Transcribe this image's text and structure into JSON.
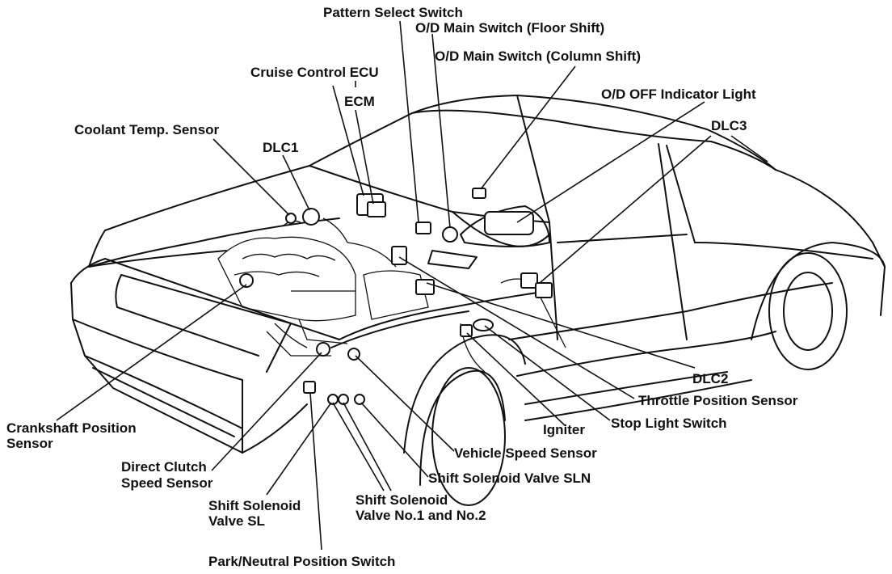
{
  "labels": {
    "pattern_select_switch": "Pattern Select Switch",
    "od_main_switch_floor": "O/D Main Switch (Floor Shift)",
    "od_main_switch_column": "O/D Main Switch (Column Shift)",
    "cruise_control_ecu": "Cruise Control ECU",
    "ecm": "ECM",
    "od_off_indicator_light": "O/D OFF Indicator Light",
    "coolant_temp_sensor": "Coolant Temp. Sensor",
    "dlc1": "DLC1",
    "dlc3": "DLC3",
    "dlc2": "DLC2",
    "throttle_position_sensor": "Throttle Position Sensor",
    "stop_light_switch": "Stop Light Switch",
    "igniter": "Igniter",
    "vehicle_speed_sensor": "Vehicle Speed Sensor",
    "shift_solenoid_valve_sln": "Shift Solenoid Valve SLN",
    "shift_solenoid_valve_12_line1": "Shift Solenoid",
    "shift_solenoid_valve_12_line2": "Valve No.1 and No.2",
    "shift_solenoid_valve_sl_line1": "Shift Solenoid",
    "shift_solenoid_valve_sl_line2": "Valve SL",
    "direct_clutch_speed_sensor_line1": "Direct Clutch",
    "direct_clutch_speed_sensor_line2": "Speed Sensor",
    "crankshaft_position_sensor_line1": "Crankshaft Position",
    "crankshaft_position_sensor_line2": "Sensor",
    "park_neutral_position_switch": "Park/Neutral Position Switch"
  }
}
